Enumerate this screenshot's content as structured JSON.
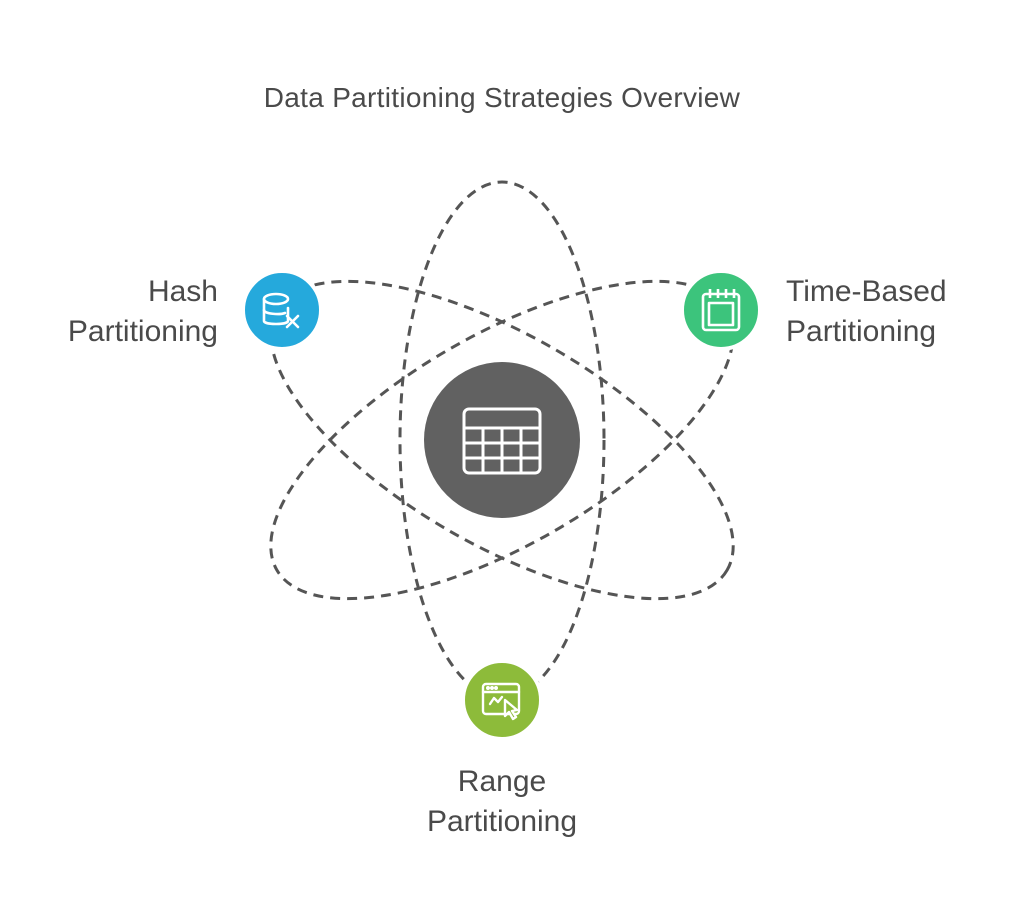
{
  "title": "Data Partitioning Strategies Overview",
  "center": {
    "icon": "table-grid-icon",
    "color": "#616161"
  },
  "nodes": [
    {
      "id": "hash",
      "line1": "Hash",
      "line2": "Partitioning",
      "icon": "database-x-icon",
      "color": "#25a9dc"
    },
    {
      "id": "time",
      "line1": "Time-Based",
      "line2": "Partitioning",
      "icon": "calendar-icon",
      "color": "#3cc47c"
    },
    {
      "id": "range",
      "line1": "Range",
      "line2": "Partitioning",
      "icon": "browser-cursor-icon",
      "color": "#8dbb3a"
    }
  ],
  "colors": {
    "text": "#4a4a4a",
    "orbit": "#555555",
    "background": "#ffffff"
  }
}
